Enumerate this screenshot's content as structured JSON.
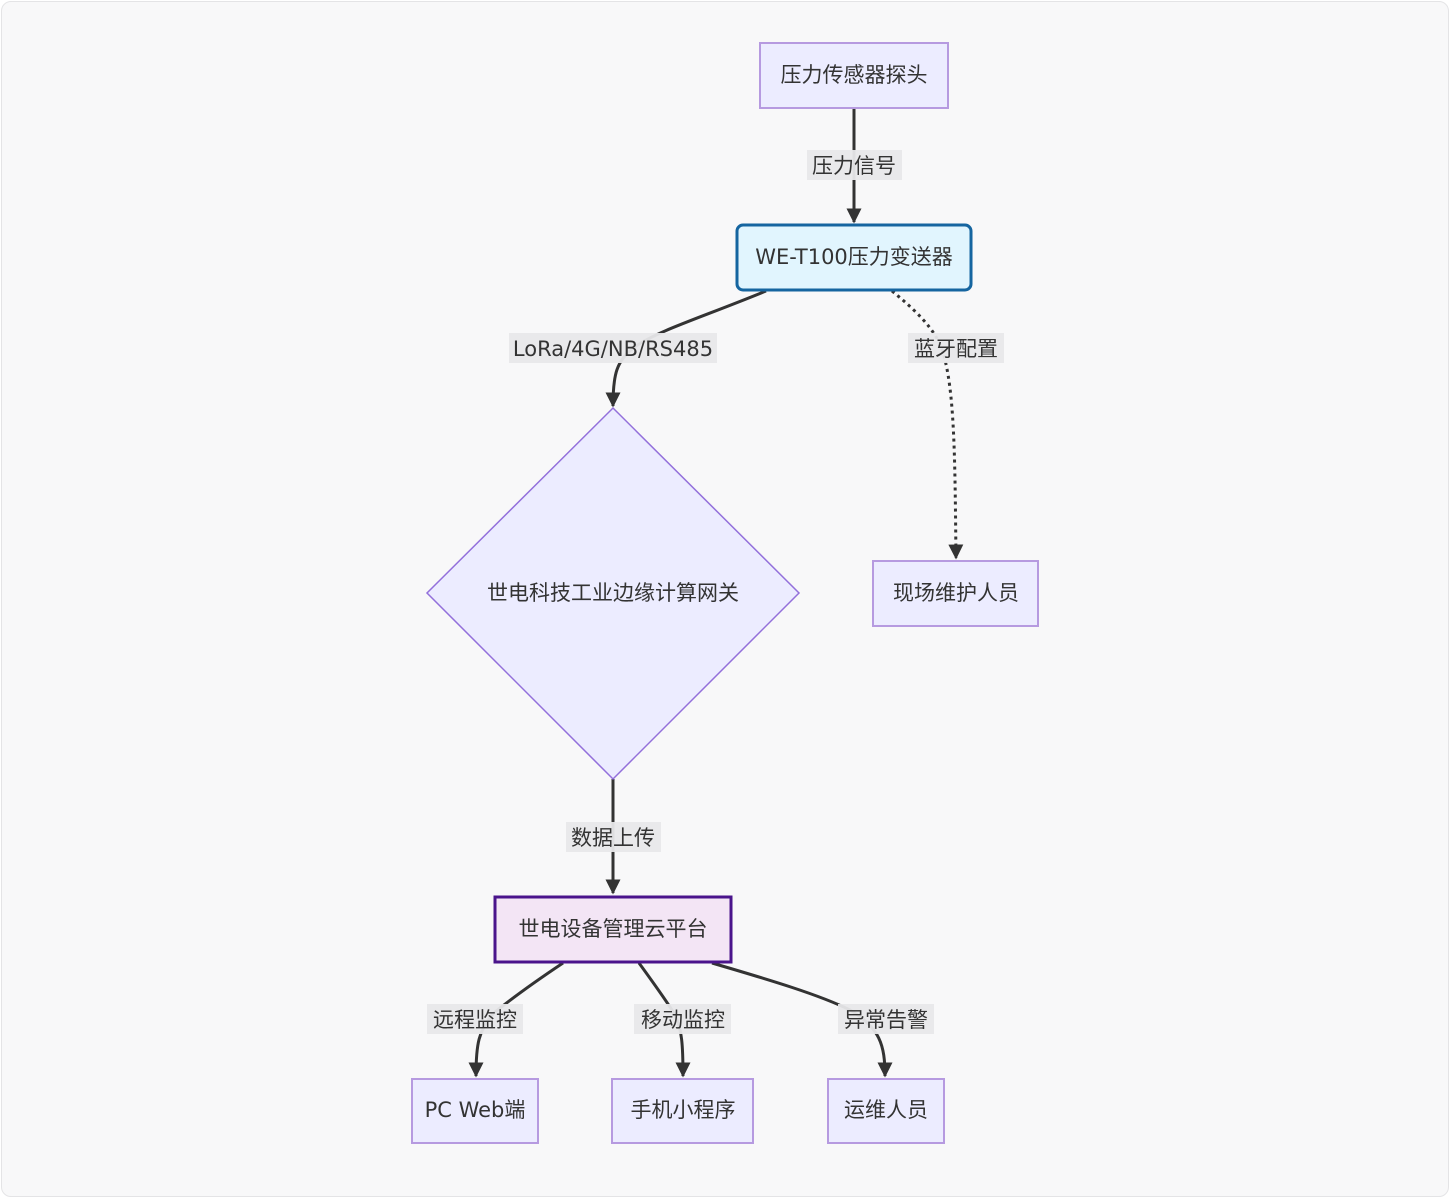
{
  "diagram": {
    "type": "flowchart",
    "direction": "top-down",
    "colors": {
      "default_fill": "#ececff",
      "default_stroke": "#9370db",
      "transmitter_fill": "#e1f5fe",
      "transmitter_stroke": "#1565a0",
      "cloud_fill": "#f3e5f5",
      "cloud_stroke": "#4a148c",
      "edge": "#333333",
      "label_bg": "#e8e8ea",
      "background": "#f8f8f9"
    },
    "nodes": {
      "sensor": {
        "label": "压力传感器探头",
        "shape": "rectangle"
      },
      "transmitter": {
        "label": "WE-T100压力变送器",
        "shape": "rounded-rectangle"
      },
      "gateway": {
        "label": "世电科技工业边缘计算网关",
        "shape": "diamond"
      },
      "field_staff": {
        "label": "现场维护人员",
        "shape": "rectangle"
      },
      "cloud": {
        "label": "世电设备管理云平台",
        "shape": "rectangle"
      },
      "pc_web": {
        "label": "PC Web端",
        "shape": "rectangle"
      },
      "mini_program": {
        "label": "手机小程序",
        "shape": "rectangle"
      },
      "ops_staff": {
        "label": "运维人员",
        "shape": "rectangle"
      }
    },
    "edges": {
      "sensor_to_transmitter": {
        "from": "sensor",
        "to": "transmitter",
        "label": "压力信号",
        "style": "solid"
      },
      "transmitter_to_gateway": {
        "from": "transmitter",
        "to": "gateway",
        "label": "LoRa/4G/NB/RS485",
        "style": "solid"
      },
      "transmitter_to_field_staff": {
        "from": "transmitter",
        "to": "field_staff",
        "label": "蓝牙配置",
        "style": "dotted"
      },
      "gateway_to_cloud": {
        "from": "gateway",
        "to": "cloud",
        "label": "数据上传",
        "style": "solid"
      },
      "cloud_to_pc_web": {
        "from": "cloud",
        "to": "pc_web",
        "label": "远程监控",
        "style": "solid"
      },
      "cloud_to_mini_program": {
        "from": "cloud",
        "to": "mini_program",
        "label": "移动监控",
        "style": "solid"
      },
      "cloud_to_ops_staff": {
        "from": "cloud",
        "to": "ops_staff",
        "label": "异常告警",
        "style": "solid"
      }
    }
  }
}
